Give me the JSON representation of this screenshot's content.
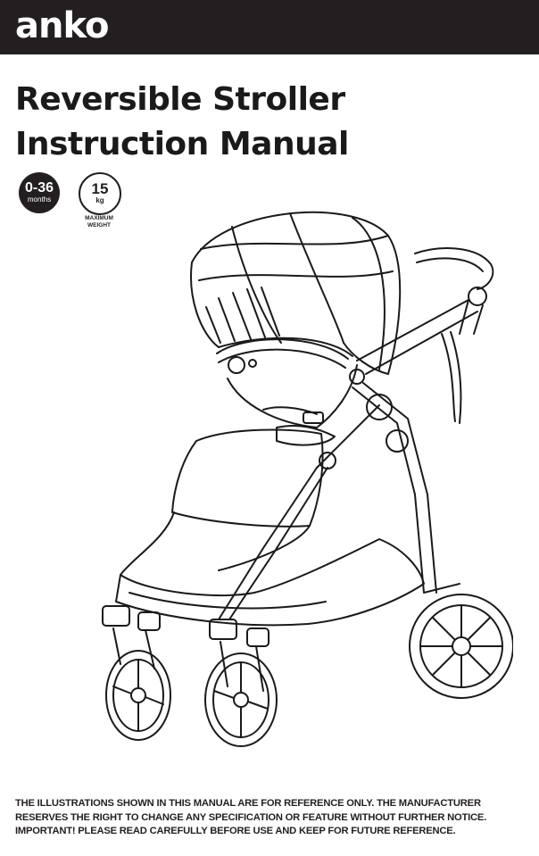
{
  "header": {
    "brand": "anko"
  },
  "title": {
    "line1": "Reversible Stroller",
    "line2": "Instruction Manual"
  },
  "badges": {
    "age": {
      "value": "0-36",
      "unit": "months"
    },
    "weight": {
      "value": "15",
      "unit": "kg",
      "caption_line1": "MAXIMUM",
      "caption_line2": "WEIGHT"
    }
  },
  "illustration": {
    "subject": "stroller-line-drawing"
  },
  "disclaimer": {
    "line1": "THE ILLUSTRATIONS SHOWN IN THIS MANUAL ARE FOR REFERENCE ONLY. THE MANUFACTURER",
    "line2": "RESERVES THE RIGHT TO CHANGE ANY SPECIFICATION OR FEATURE WITHOUT FURTHER NOTICE.",
    "line3": "IMPORTANT! PLEASE READ CAREFULLY BEFORE USE AND KEEP FOR FUTURE REFERENCE."
  }
}
